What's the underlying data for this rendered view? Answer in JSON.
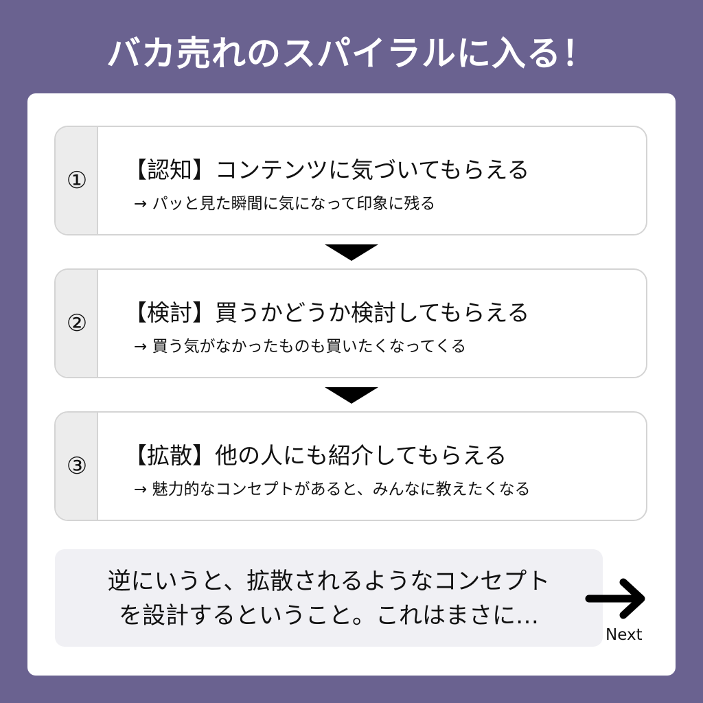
{
  "colors": {
    "background": "#6a6290",
    "panel": "#ffffff",
    "step_border": "#d4d4d4",
    "step_number_bg": "#ececec",
    "summary_bg": "#f0f0f4",
    "text": "#111111"
  },
  "title": "バカ売れのスパイラルに入る！",
  "steps": [
    {
      "number": "①",
      "heading": "【認知】コンテンツに気づいてもらえる",
      "detail": "→ パッと見た瞬間に気になって印象に残る"
    },
    {
      "number": "②",
      "heading": "【検討】買うかどうか検討してもらえる",
      "detail": "→ 買う気がなかったものも買いたくなってくる"
    },
    {
      "number": "③",
      "heading": "【拡散】他の人にも紹介してもらえる",
      "detail": "→ 魅力的なコンセプトがあると、みんなに教えたくなる"
    }
  ],
  "summary": {
    "line1": "逆にいうと、拡散されるようなコンセプト",
    "line2": "を設計するということ。これはまさに…"
  },
  "next": {
    "icon": "arrow-right-icon",
    "label": "Next"
  }
}
